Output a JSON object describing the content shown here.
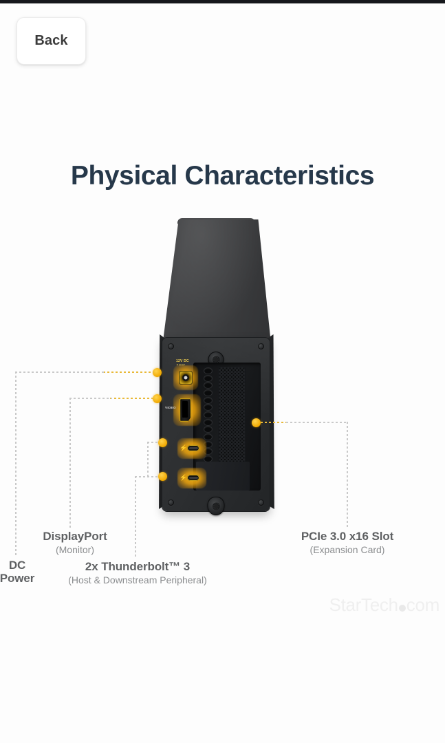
{
  "topbar": {
    "present": true,
    "color": "#16181c"
  },
  "nav": {
    "back_label": "Back"
  },
  "header": {
    "title": "Physical Characteristics",
    "title_color": "#26384a"
  },
  "product_image": {
    "device": "Thunderbolt 3 PCIe expansion chassis",
    "view": "rear panel perspective",
    "chassis_color": "#2e3032",
    "highlight_color": "#f0a800",
    "port_silkscreen": {
      "dc_label_line1": "12V DC",
      "dc_label_line2": "▲▬▬▪",
      "video_label": "VIDEO"
    },
    "ports": [
      {
        "name": "dc-power-jack",
        "type": "barrel-jack",
        "highlighted": true
      },
      {
        "name": "displayport",
        "type": "displayport",
        "highlighted": true
      },
      {
        "name": "thunderbolt-3-port-1",
        "type": "usb-c",
        "highlighted": true
      },
      {
        "name": "thunderbolt-3-port-2",
        "type": "usb-c",
        "highlighted": true
      },
      {
        "name": "pcie-slot",
        "type": "expansion-slot",
        "highlighted": true
      }
    ]
  },
  "callouts": [
    {
      "id": "dc-power",
      "title": "DC",
      "title2": "Power",
      "subtitle": ""
    },
    {
      "id": "displayport",
      "title": "DisplayPort",
      "subtitle": "(Monitor)"
    },
    {
      "id": "thunderbolt",
      "title": "2x Thunderbolt™ 3",
      "subtitle": "(Host & Downstream Peripheral)"
    },
    {
      "id": "pcie-slot",
      "title": "PCIe 3.0 x16 Slot",
      "subtitle": "(Expansion Card)"
    }
  ],
  "watermark": {
    "part1": "StarTech",
    "part2": "com"
  }
}
